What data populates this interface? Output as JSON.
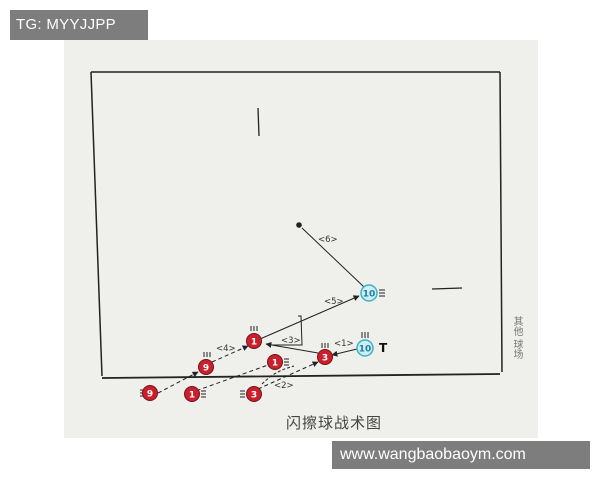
{
  "watermark_top": "TG: MYYJJPP",
  "watermark_bottom": "www.wangbaobaoym.com",
  "caption": "闪擦球战术图",
  "side_note": "其他\n球场",
  "serve_marker": "T",
  "labels": {
    "l1": "<1>",
    "l2": "<2>",
    "l3": "<3>",
    "l4": "<4>",
    "l5": "<5>",
    "l6": "<6>"
  },
  "players": {
    "p_left_9": "9",
    "p_left_1": "1",
    "p_left_3": "3",
    "p_mid_9": "9",
    "p_center_1": "1",
    "p_front_1": "1",
    "p_center_3": "3",
    "p_cyan_10_a": "10",
    "p_cyan_10_b": "10"
  },
  "colors": {
    "red_player": "#c8202c",
    "cyan_player": "#5fd0e0",
    "line": "#222222",
    "paper": "#efefec"
  }
}
